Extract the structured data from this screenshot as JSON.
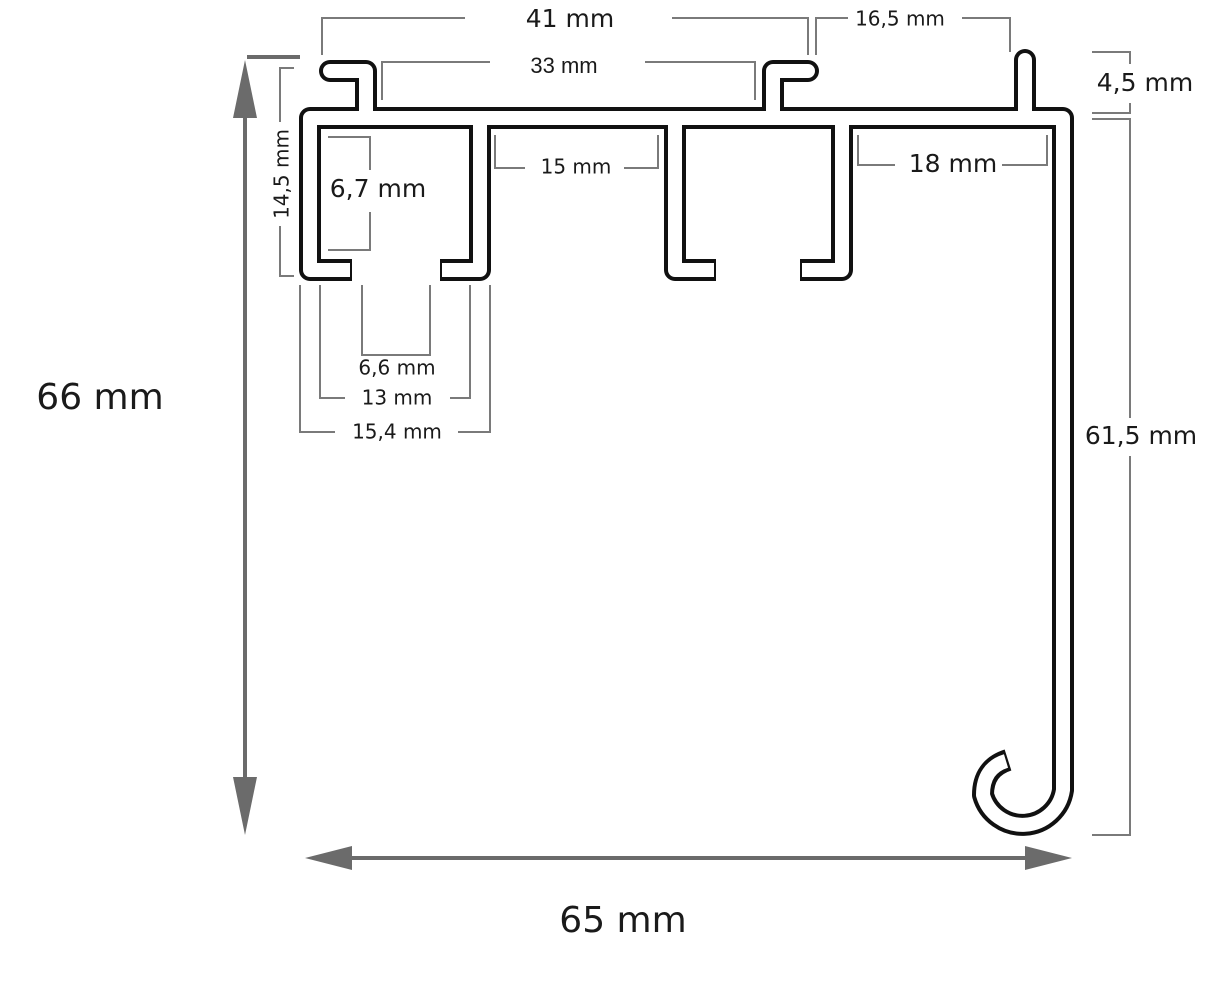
{
  "drawing": {
    "overall_height": "66 mm",
    "overall_width": "65 mm",
    "top_outer_width": "41 mm",
    "top_inner_width": "33 mm",
    "top_right_offset": "16,5 mm",
    "tip_height": "4,5 mm",
    "hanger_height": "61,5 mm",
    "channel_height": "14,5 mm",
    "channel_inner_height": "6,7 mm",
    "gap_1": "15 mm",
    "gap_2": "18 mm",
    "slot_width": "6,6 mm",
    "channel_inner_width": "13 mm",
    "channel_outer_width": "15,4 mm"
  },
  "colors": {
    "profile": "#111111",
    "dimension": "#7a7a7a",
    "arrow": "#6b6b6b"
  }
}
